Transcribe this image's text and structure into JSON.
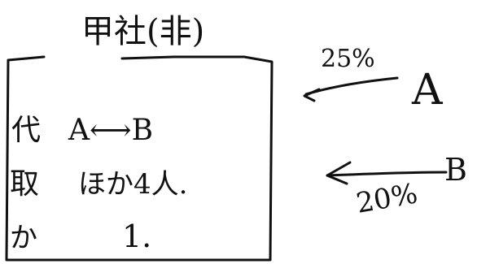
{
  "title": "甲社(非)",
  "rows": [
    {
      "label": "代",
      "text": "A⟷B"
    },
    {
      "label": "取",
      "text": "ほか4人."
    },
    {
      "label": "か",
      "text": "1."
    }
  ],
  "arrows": [
    {
      "percent": "25%",
      "target": "A"
    },
    {
      "percent": "20%",
      "target": "B"
    }
  ]
}
